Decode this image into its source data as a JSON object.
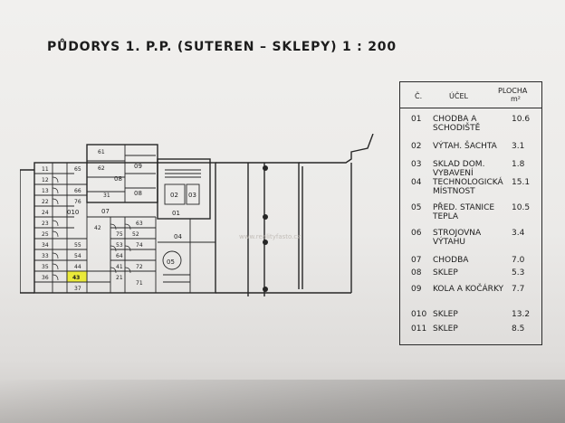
{
  "title": "PŮDORYS 1. P.P. (SUTEREN – SKLEPY) 1 : 200",
  "legend": {
    "headers": {
      "number": "Č.",
      "purpose": "ÚČEL",
      "area": "PLOCHA",
      "unit": "m²"
    },
    "rows": [
      {
        "number": "01",
        "purpose": "CHODBA A SCHODIŠTĚ",
        "area": "10.6"
      },
      {
        "number": "02",
        "purpose": "VÝTAH. ŠACHTA",
        "area": "3.1"
      },
      {
        "number": "03",
        "purpose": "SKLAD DOM. VYBAVENÍ",
        "area": "1.8"
      },
      {
        "number": "04",
        "purpose": "TECHNOLOGICKÁ MÍSTNOST",
        "area": "15.1"
      },
      {
        "number": "05",
        "purpose": "PŘED. STANICE TEPLA",
        "area": "10.5"
      },
      {
        "number": "06",
        "purpose": "STROJOVNA VÝTAHU",
        "area": "3.4"
      },
      {
        "number": "07",
        "purpose": "CHODBA",
        "area": "7.0"
      },
      {
        "number": "08",
        "purpose": "SKLEP",
        "area": "5.3"
      },
      {
        "number": "09",
        "purpose": "KOLA A KOČÁRKY",
        "area": "7.7"
      },
      {
        "number": "010",
        "purpose": "SKLEP",
        "area": "13.2"
      },
      {
        "number": "011",
        "purpose": "SKLEP",
        "area": "8.5"
      }
    ]
  },
  "plan_labels": {
    "l11": "11",
    "l65": "65",
    "l12": "12",
    "l13": "13",
    "l66": "66",
    "l22": "22",
    "l76": "76",
    "l24": "24",
    "l010": "010",
    "l42": "42",
    "l23": "23",
    "l25": "25",
    "l55": "55",
    "l34": "34",
    "l54": "54",
    "l33": "33",
    "l44": "44",
    "l35": "35",
    "l43": "43",
    "l36": "36",
    "l37": "37",
    "l61": "61",
    "l62": "62",
    "l31": "31",
    "l08a": "08",
    "l08b": "08",
    "l09": "09",
    "l07": "07",
    "l75": "75",
    "l52": "52",
    "l64": "64",
    "l53": "53",
    "l41": "41",
    "l72": "72",
    "l21": "21",
    "l71": "71",
    "l74": "74",
    "l63": "63",
    "l02": "02",
    "l03": "03",
    "l01": "01",
    "l04": "04",
    "l05": "05"
  },
  "watermark": "www.realityfasto.cz"
}
